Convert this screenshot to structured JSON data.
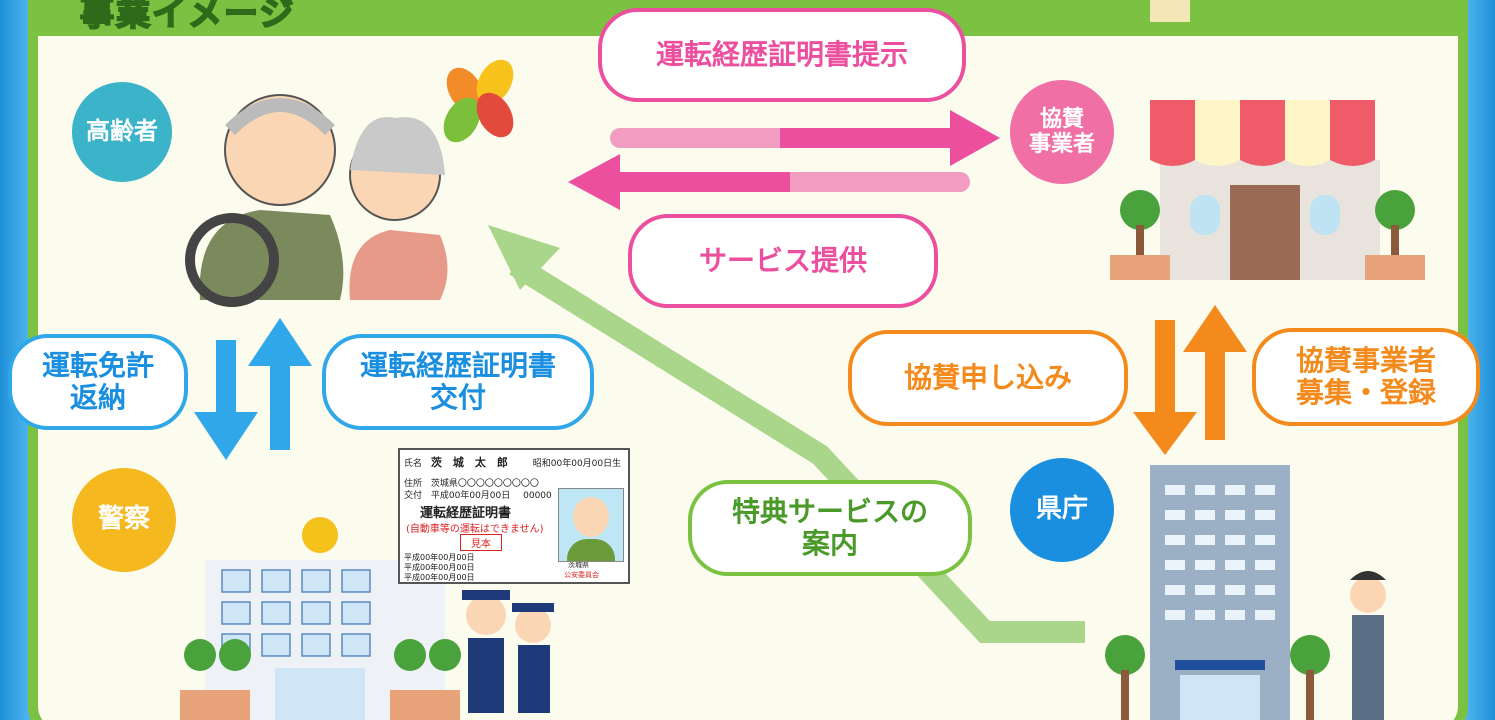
{
  "title": "事業イメージ",
  "actors": {
    "elderly": "高齢者",
    "sponsor_line1": "協賛",
    "sponsor_line2": "事業者",
    "police": "警察",
    "prefecture": "県庁"
  },
  "flows": {
    "present_certificate": "運転経歴証明書提示",
    "provide_service": "サービス提供",
    "return_license_line1": "運転免許",
    "return_license_line2": "返納",
    "issue_certificate_line1": "運転経歴証明書",
    "issue_certificate_line2": "交付",
    "apply_sponsorship": "協賛申し込み",
    "recruit_line1": "協賛事業者",
    "recruit_line2": "募集・登録",
    "guide_line1": "特典サービスの",
    "guide_line2": "案内"
  },
  "license_card": {
    "name_label": "氏名",
    "name": "茨　城　太　郎",
    "birth": "昭和00年00月00日生",
    "address_label": "住所",
    "address": "茨城県〇〇〇〇〇〇〇〇〇",
    "issue_label": "交付",
    "issue_date": "平成00年00月00日",
    "issue_no": "00000",
    "doc_title": "運転経歴証明書",
    "notice": "(自動車等の運転はできません)",
    "sample": "見本",
    "history_1": "平成00年00月00日",
    "history_2": "平成00年00月00日",
    "history_3": "平成00年00月00日",
    "issuer_1": "茨城県",
    "issuer_2": "公安委員会"
  },
  "colors": {
    "frame_green": "#7cc242",
    "pink": "#ec4f9e",
    "blue": "#2fa7e8",
    "orange": "#f38a1b",
    "light_green": "#7cc242",
    "teal_circle": "#3bb3c8",
    "pink_circle": "#f06fa5",
    "yellow_circle": "#f6b81f",
    "blue_circle": "#1a8fe0"
  }
}
